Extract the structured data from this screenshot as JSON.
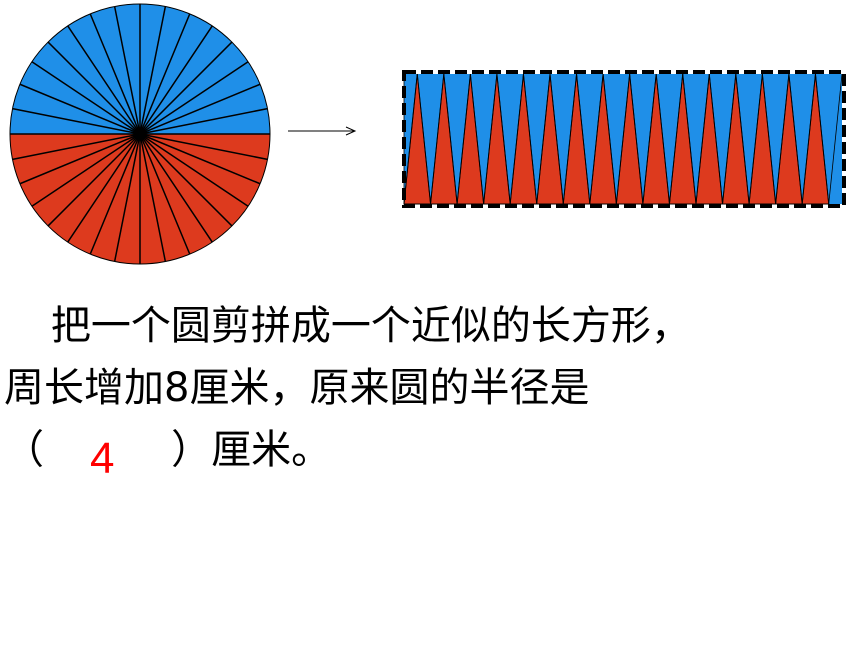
{
  "question": {
    "line1": "    把一个圆剪拼成一个近似的长方形，",
    "line2": "周长增加8厘米，原来圆的半径是",
    "line3": "（          ）厘米。",
    "answer": "4"
  },
  "colors": {
    "top_half": "#1f8fe8",
    "bottom_half": "#dd3a1e",
    "outline": "#000000",
    "answer": "#ff0000"
  },
  "diagram": {
    "sector_count": 32
  }
}
